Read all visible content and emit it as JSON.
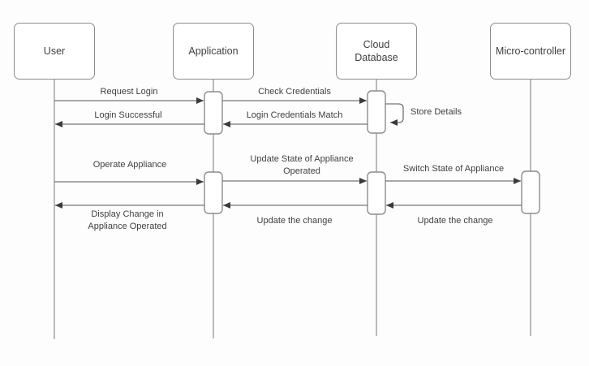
{
  "colors": {
    "bg": "#fdfdfd",
    "box-border": "#8c8c8c",
    "box-fill": "#ffffff",
    "text": "#3f3f3f",
    "lifeline": "#8f8f8f",
    "msg-line": "#757575",
    "arrow": "#3a3a3a"
  },
  "diagram": {
    "kind": "uml-sequence",
    "actors": [
      {
        "label": "User"
      },
      {
        "label": "Application"
      },
      {
        "label": "Cloud\nDatabase"
      },
      {
        "label": "Micro-controller"
      }
    ],
    "messages": [
      {
        "label": "Request Login",
        "from": "User",
        "to": "Application"
      },
      {
        "label": "Check Credentials",
        "from": "Application",
        "to": "Cloud Database"
      },
      {
        "label": "Store Details",
        "from": "Cloud Database",
        "to": "Cloud Database"
      },
      {
        "label": "Login Credentials Match",
        "from": "Cloud Database",
        "to": "Application"
      },
      {
        "label": "Login Successful",
        "from": "Application",
        "to": "User"
      },
      {
        "label": "Operate Appliance",
        "from": "User",
        "to": "Application"
      },
      {
        "label": "Update State of Appliance\nOperated",
        "from": "Application",
        "to": "Cloud Database"
      },
      {
        "label": "Switch State of Appliance",
        "from": "Cloud Database",
        "to": "Micro-controller"
      },
      {
        "label": "Update the change",
        "from": "Micro-controller",
        "to": "Cloud Database"
      },
      {
        "label": "Update the change",
        "from": "Cloud Database",
        "to": "Application"
      },
      {
        "label": "Display Change in\nAppliance Operated",
        "from": "Application",
        "to": "User"
      }
    ]
  }
}
